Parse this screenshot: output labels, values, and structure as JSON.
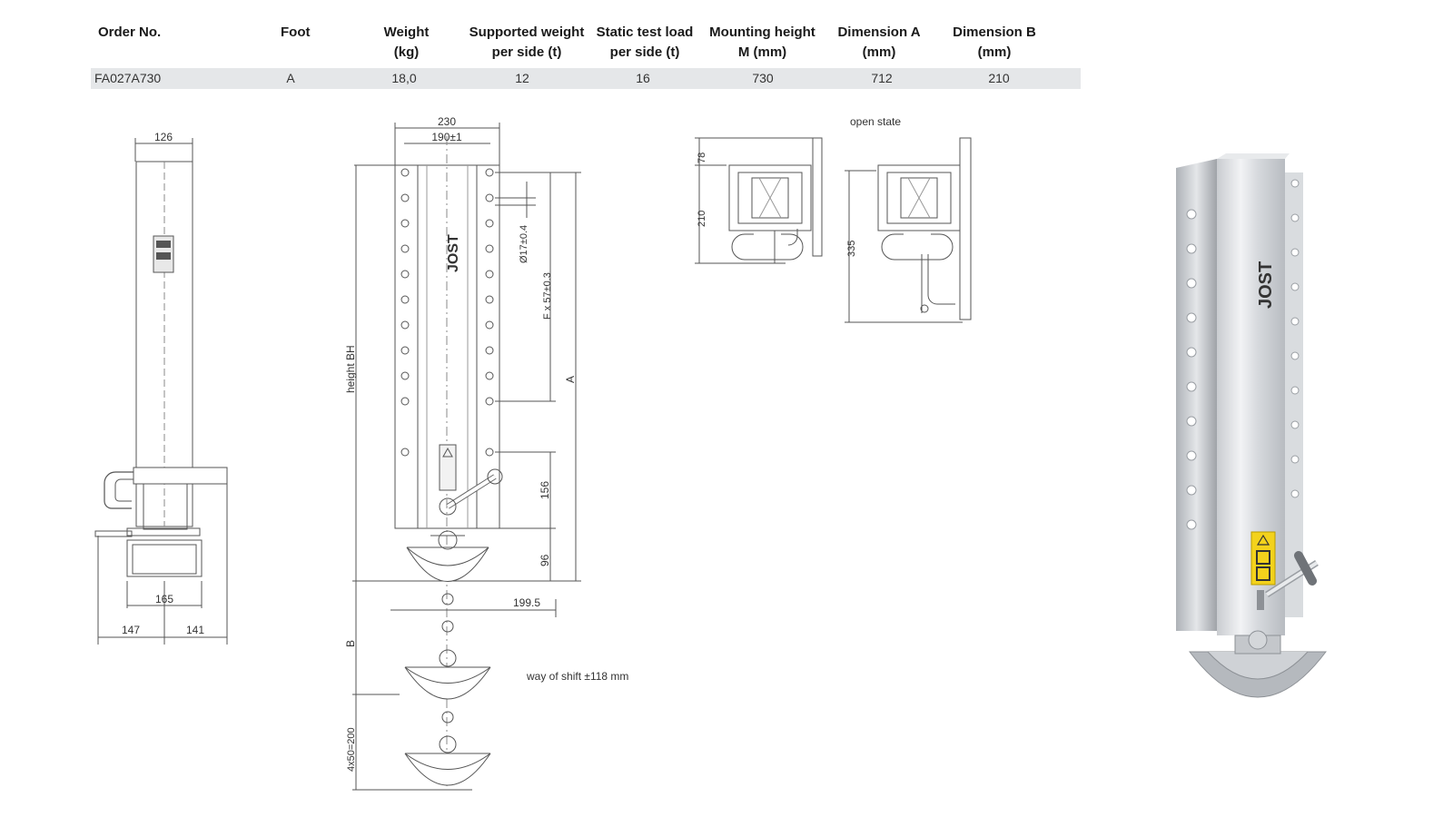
{
  "table": {
    "headers": [
      {
        "line1": "Order No.",
        "line2": ""
      },
      {
        "line1": "Foot",
        "line2": ""
      },
      {
        "line1": "Weight",
        "line2": "(kg)"
      },
      {
        "line1": "Supported weight",
        "line2": "per side (t)"
      },
      {
        "line1": "Static test load",
        "line2": "per side (t)"
      },
      {
        "line1": "Mounting height",
        "line2": "M (mm)"
      },
      {
        "line1": "Dimension A",
        "line2": "(mm)"
      },
      {
        "line1": "Dimension B",
        "line2": "(mm)"
      }
    ],
    "row": [
      "FA027A730",
      "A",
      "18,0",
      "12",
      "16",
      "730",
      "712",
      "210"
    ]
  },
  "side_view": {
    "dim_top": "126",
    "dim_bottom": "165",
    "dim_left": "147",
    "dim_right": "141"
  },
  "front_view": {
    "dim_230": "230",
    "dim_190": "190±1",
    "dim_hole": "Ø17±0.4",
    "dim_pitch": "F x 57±0.3",
    "dim_a": "A",
    "dim_height": "height BH",
    "dim_156": "156",
    "dim_96": "96",
    "dim_199": "199.5",
    "dim_b": "B",
    "dim_steps": "4x50=200",
    "shift_note": "way of shift ±118 mm",
    "brand_mark": "JOST"
  },
  "top_views": {
    "open_label": "open state",
    "dim_78": "78",
    "dim_210": "210",
    "dim_335": "335"
  },
  "photo": {
    "brand_mark": "JOST"
  }
}
